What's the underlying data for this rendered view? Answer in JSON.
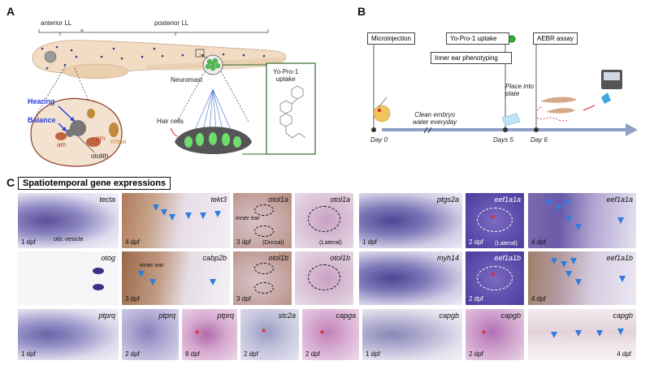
{
  "panel_a": {
    "label": "A",
    "anterior_ll": "anterior LL",
    "posterior_ll": "posterior LL",
    "neuromast": "Neuromast",
    "yopro_uptake": "Yo-Pro-1\nuptake",
    "hearing": "Hearing",
    "balance": "Balance",
    "am": "am",
    "pm": "pm",
    "crista": "crista",
    "otolith": "otolith",
    "hair_cells": "Hair cells",
    "colors": {
      "hearing": "#2b3fd6",
      "balance": "#2b3fd6",
      "am": "#b3402a",
      "crista": "#c08a3a"
    }
  },
  "panel_b": {
    "label": "B",
    "microinjection": "Microinjection",
    "yopro_uptake": "Yo-Pro-1 uptake",
    "inner_ear": "Inner ear phenotyping",
    "aebr": "AEBR assay",
    "clean_water": "Clean embryo\nwater everyday",
    "place_plate": "Place into\nplate",
    "day0": "Day 0",
    "days5": "Days 5",
    "day6": "Day 6",
    "timeline_color": "#8ea0c8"
  },
  "panel_c": {
    "label": "C",
    "title": "Spatiotemporal gene expressions",
    "tiles": [
      {
        "gene": "tecta",
        "age": "1 dpf",
        "extra": "otic vesicle"
      },
      {
        "gene": "tekt3",
        "age": "4 dpf"
      },
      {
        "gene": "otol1a",
        "age": "3 dpf",
        "extra": "inner ear",
        "view": "(Dorsal)"
      },
      {
        "gene": "otol1a",
        "age": "",
        "view": "(Lateral)"
      },
      {
        "gene": "ptgs2a",
        "age": "1 dpf"
      },
      {
        "gene": "eef1a1a",
        "age": "2 dpf",
        "view": "(Lateral)"
      },
      {
        "gene": "eef1a1a",
        "age": "4 dpf"
      },
      {
        "gene": "otog",
        "age": ""
      },
      {
        "gene": "cabp2b",
        "age": "3 dpf",
        "extra": "inner ear"
      },
      {
        "gene": "otol1b",
        "age": "3 dpf"
      },
      {
        "gene": "otol1b",
        "age": ""
      },
      {
        "gene": "myh14",
        "age": ""
      },
      {
        "gene": "eef1a1b",
        "age": "2 dpf"
      },
      {
        "gene": "eef1a1b",
        "age": "4 dpf"
      },
      {
        "gene": "ptprq",
        "age": "1 dpf"
      },
      {
        "gene": "ptprq",
        "age": "2 dpf"
      },
      {
        "gene": "ptprq",
        "age": "8 dpf"
      },
      {
        "gene": "stc2a",
        "age": "2 dpf"
      },
      {
        "gene": "capga",
        "age": "2 dpf"
      },
      {
        "gene": "capgb",
        "age": "1 dpf"
      },
      {
        "gene": "capgb",
        "age": "2 dpf"
      },
      {
        "gene": "capgb",
        "age": "4 dpf"
      }
    ]
  }
}
